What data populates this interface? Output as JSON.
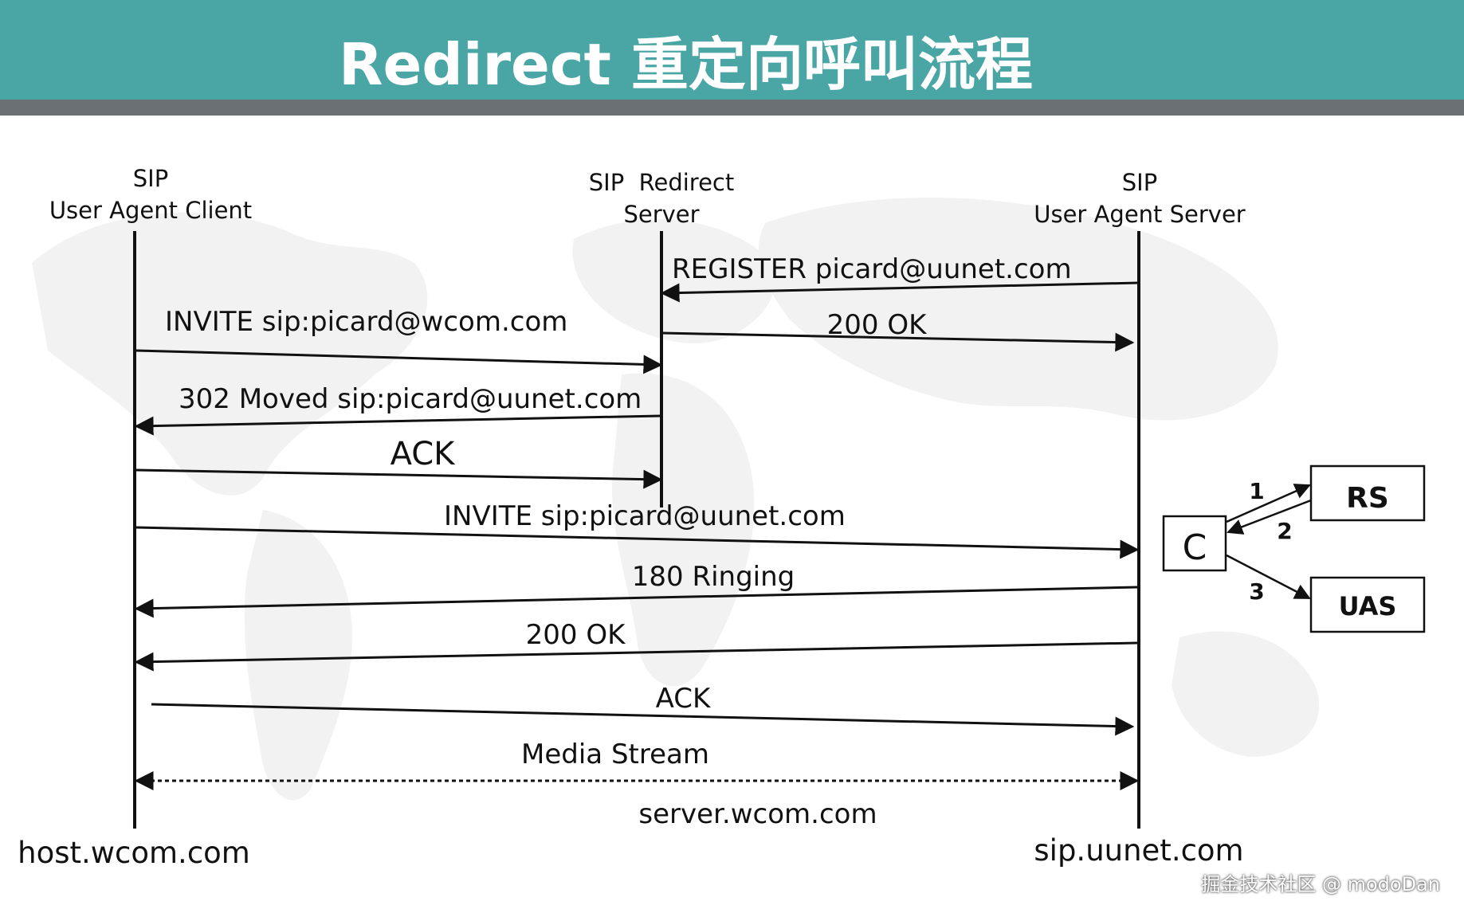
{
  "title": "Redirect 重定向呼叫流程",
  "participants": {
    "uac": {
      "line1": "SIP",
      "line2": "User Agent Client",
      "host": "host.wcom.com"
    },
    "redirect": {
      "line1": "SIP  Redirect",
      "line2": "Server"
    },
    "uas": {
      "line1": "SIP",
      "line2": "User Agent Server",
      "host": "sip.uunet.com"
    }
  },
  "messages": {
    "register": "REGISTER picard@uunet.com",
    "ok_register": "200 OK",
    "invite_wcom": "INVITE sip:picard@wcom.com",
    "moved": "302 Moved sip:picard@uunet.com",
    "ack_redirect": "ACK",
    "invite_uunet": "INVITE sip:picard@uunet.com",
    "ringing": "180 Ringing",
    "ok_final": "200 OK",
    "ack_final": "ACK",
    "media": "Media Stream",
    "server_host": "server.wcom.com"
  },
  "inset": {
    "client": "C",
    "rs": "RS",
    "uas": "UAS",
    "step1": "1",
    "step2": "2",
    "step3": "3"
  },
  "watermark": "掘金技术社区 @ modoDan",
  "colors": {
    "header": "#4aa6a4",
    "header_shadow": "#6b7075"
  }
}
